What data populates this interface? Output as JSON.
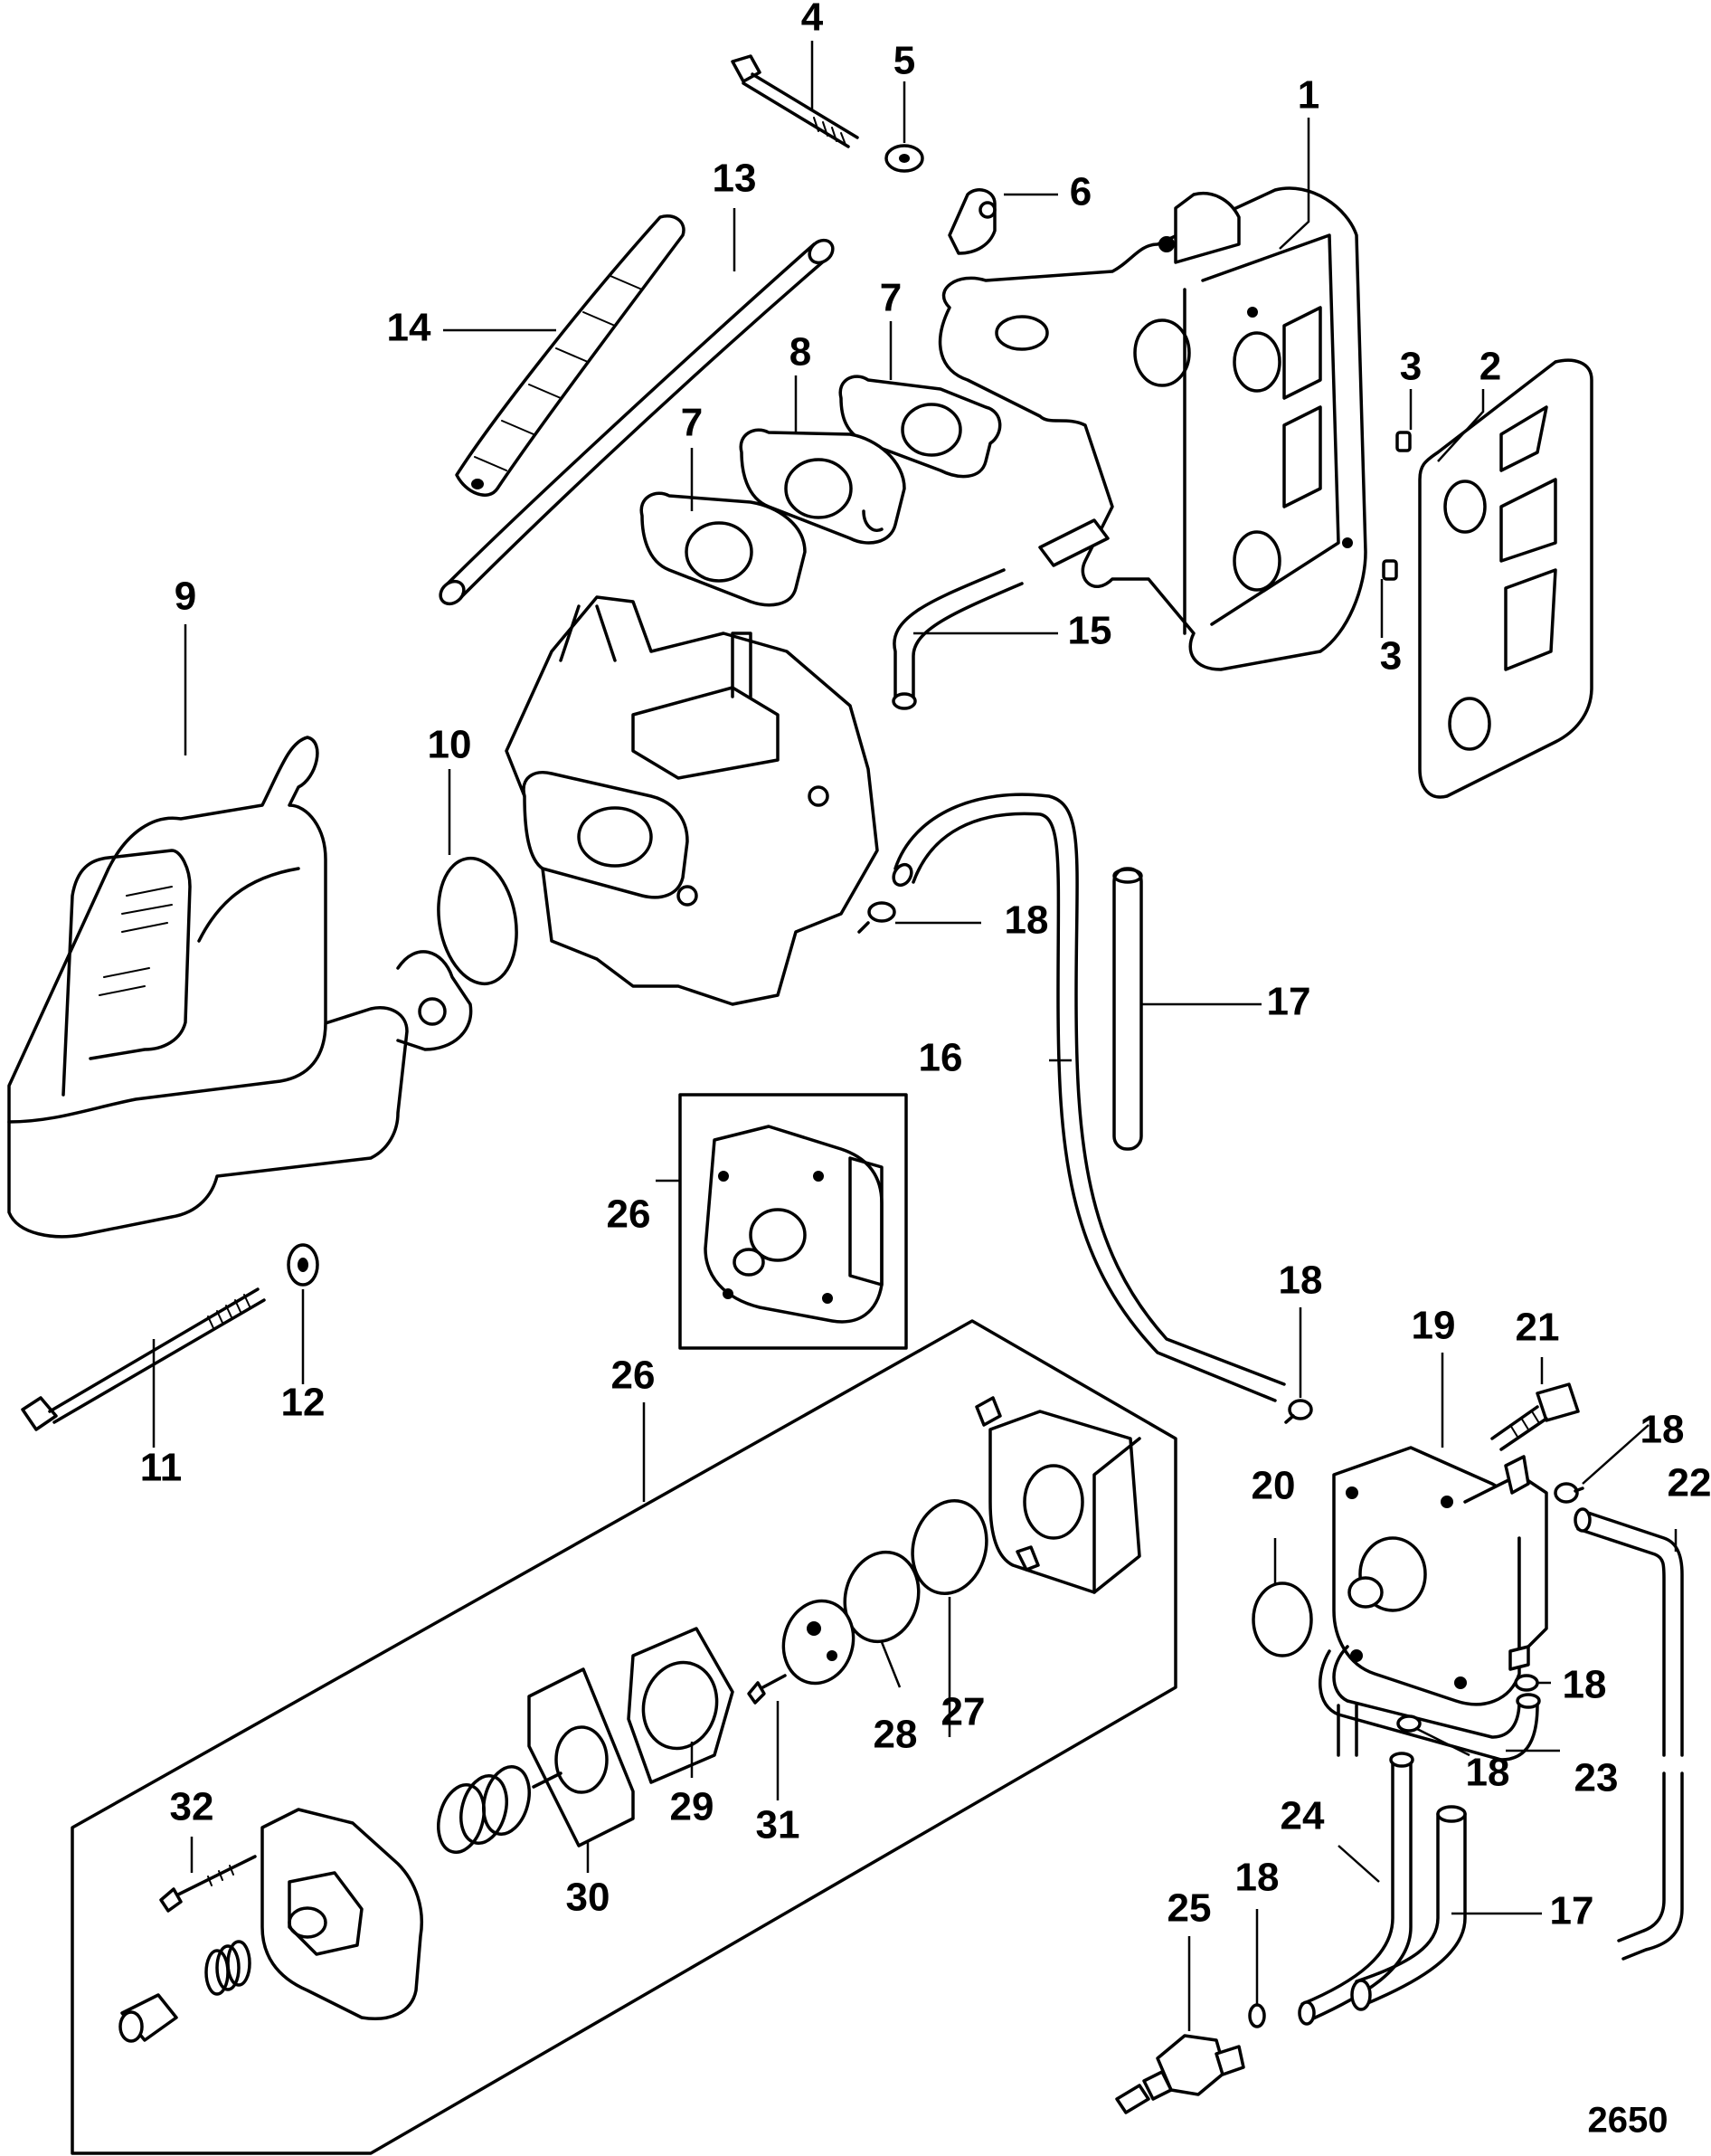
{
  "figure_id": "2650",
  "callouts": {
    "c1": "1",
    "c2": "2",
    "c3a": "3",
    "c3b": "3",
    "c4": "4",
    "c5": "5",
    "c6": "6",
    "c7a": "7",
    "c7b": "7",
    "c8": "8",
    "c9": "9",
    "c10": "10",
    "c11": "11",
    "c12": "12",
    "c13": "13",
    "c14": "14",
    "c15": "15",
    "c16": "16",
    "c17a": "17",
    "c17b": "17",
    "c18a": "18",
    "c18b": "18",
    "c18c": "18",
    "c18d": "18",
    "c18e": "18",
    "c18f": "18",
    "c19": "19",
    "c20": "20",
    "c21": "21",
    "c22": "22",
    "c23": "23",
    "c24": "24",
    "c25": "25",
    "c26a": "26",
    "c26b": "26",
    "c27": "27",
    "c28": "28",
    "c29": "29",
    "c30": "30",
    "c31": "31",
    "c32": "32"
  }
}
